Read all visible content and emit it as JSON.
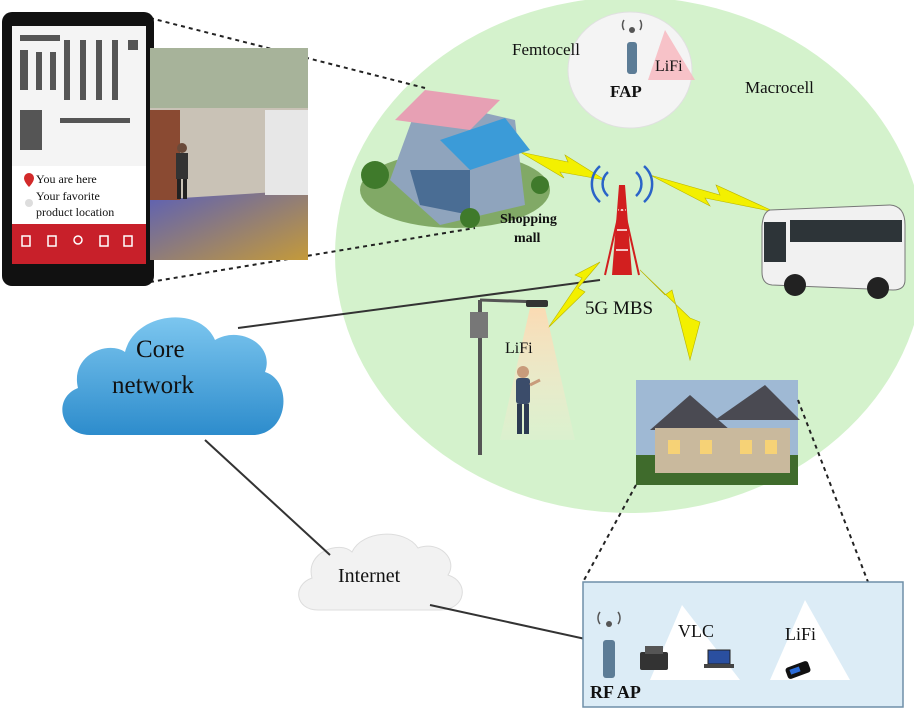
{
  "labels": {
    "femtocell": "Femtocell",
    "lifi_fap": "LiFi",
    "fap": "FAP",
    "macrocell": "Macrocell",
    "shopping_mall_1": "Shopping",
    "shopping_mall_2": "mall",
    "mbs": "5G MBS",
    "lifi_street": "LiFi",
    "core_network_1": "Core",
    "core_network_2": "network",
    "internet": "Internet",
    "vlc": "VLC",
    "lifi_home": "LiFi",
    "rf_ap": "RF AP"
  },
  "phone": {
    "legend_here": "You are here",
    "legend_fav_1": "Your favorite",
    "legend_fav_2": "product location"
  },
  "colors": {
    "macrocell_fill": "#d4f2cc",
    "cloud_blue": "#4aa7dc",
    "lightning": "#f3f000",
    "app_red": "#c8202a"
  }
}
